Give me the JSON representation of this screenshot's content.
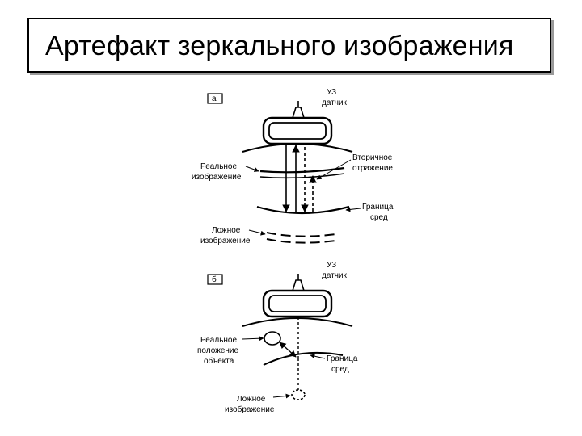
{
  "title": "Артефакт зеркального изображения",
  "panel_a": {
    "tag": "а",
    "probe_line1": "УЗ",
    "probe_line2": "датчик",
    "secondary_line1": "Вторичное",
    "secondary_line2": "отражение",
    "real_line1": "Реальное",
    "real_line2": "изображение",
    "boundary_line1": "Граница",
    "boundary_line2": "сред",
    "false_line1": "Ложное",
    "false_line2": "изображение"
  },
  "panel_b": {
    "tag": "б",
    "probe_line1": "УЗ",
    "probe_line2": "датчик",
    "real_line1": "Реальное",
    "real_line2": "положение",
    "real_line3": "объекта",
    "boundary_line1": "Граница",
    "boundary_line2": "сред",
    "false_line1": "Ложное",
    "false_line2": "изображение"
  }
}
